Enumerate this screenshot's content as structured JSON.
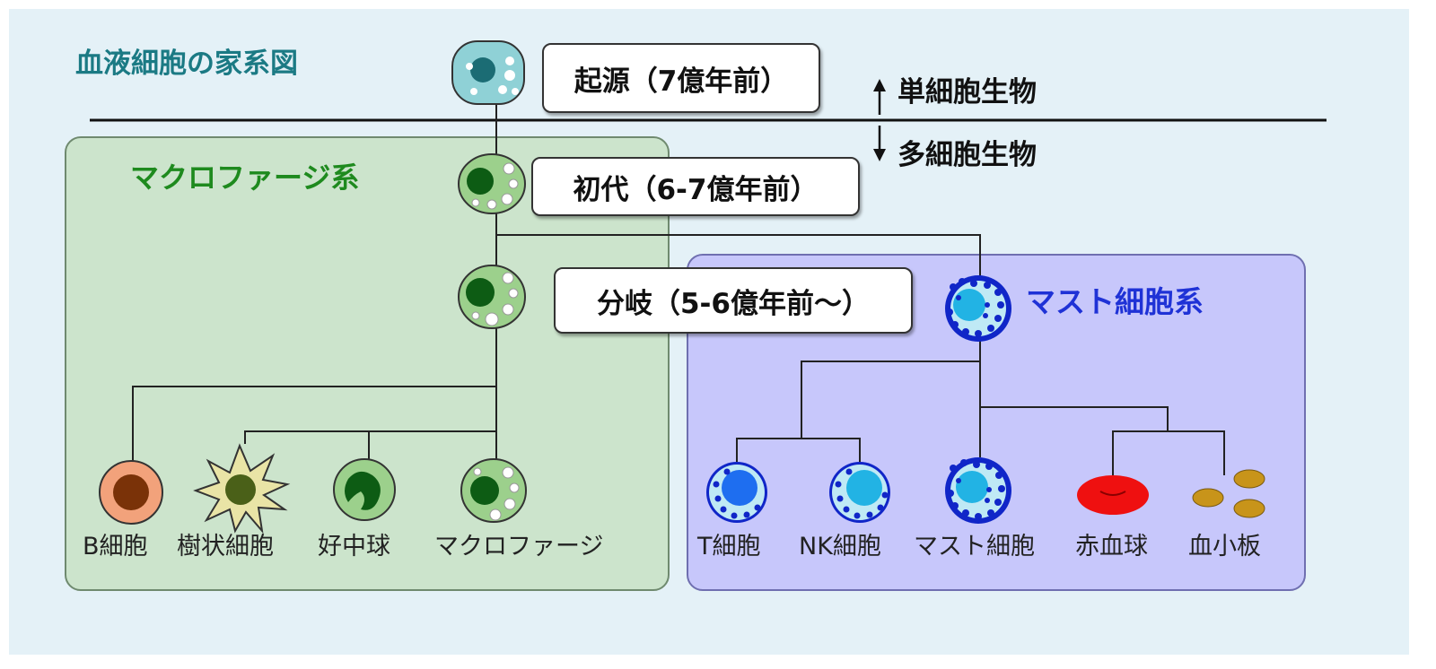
{
  "title": "血液細胞の家系図",
  "scale": {
    "unicellular": "単細胞生物",
    "multicellular": "多細胞生物"
  },
  "groups": {
    "macrophage": "マクロファージ系",
    "mast": "マスト細胞系"
  },
  "stages": {
    "origin": "起源（7億年前）",
    "first": "初代（6-7億年前）",
    "branch": "分岐（5-6億年前～）"
  },
  "cells": {
    "b_cell": "B細胞",
    "dendritic": "樹状細胞",
    "neutrophil": "好中球",
    "macrophage": "マクロファージ",
    "t_cell": "T細胞",
    "nk_cell": "NK細胞",
    "mast_cell": "マスト細胞",
    "rbc": "赤血球",
    "platelet": "血小板"
  },
  "colors": {
    "title": "#1b7a84",
    "macrophage_group": "#1e8a1e",
    "mast_group": "#1f32d6"
  }
}
